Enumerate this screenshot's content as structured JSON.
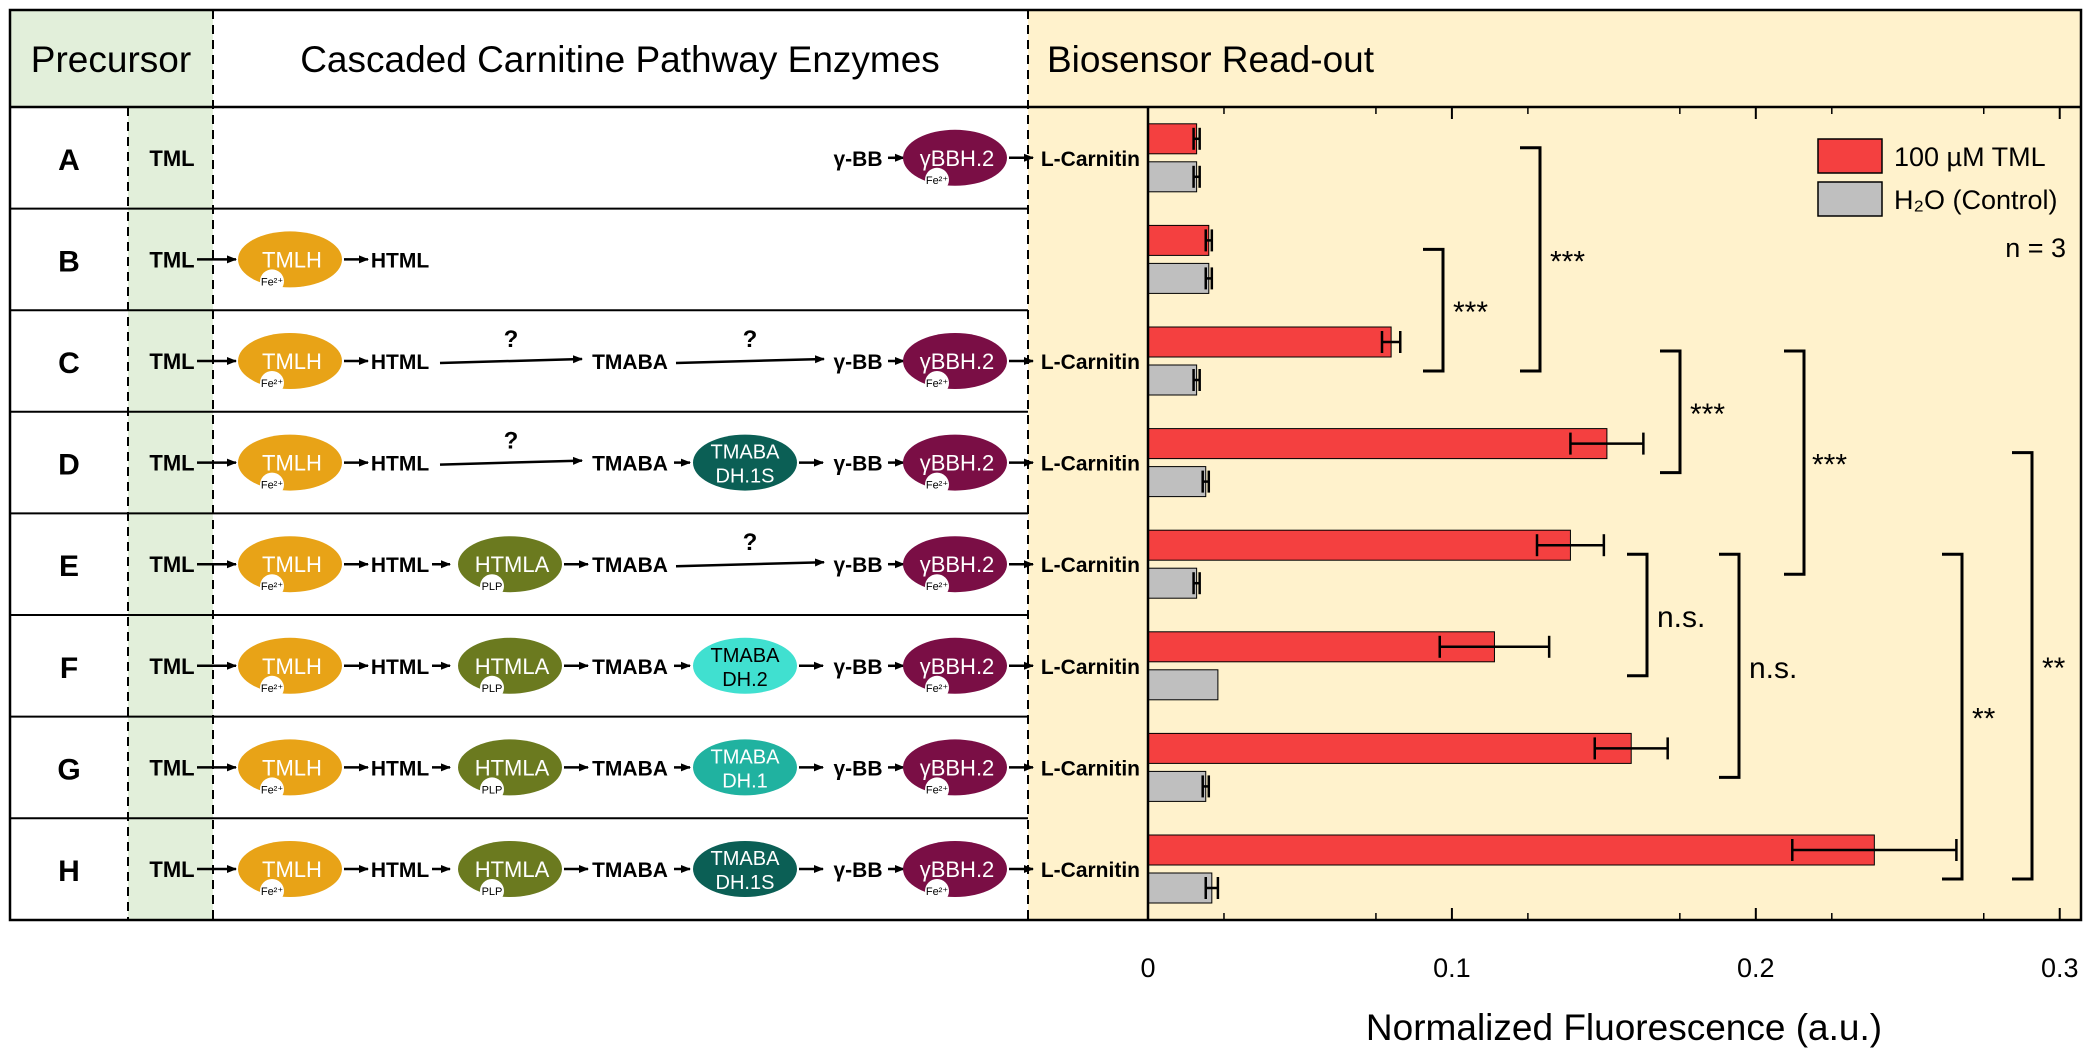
{
  "headers": {
    "precursor": "Precursor",
    "enzymes": "Cascaded Carnitine Pathway Enzymes",
    "readout": "Biosensor Read-out"
  },
  "colors": {
    "precursor_bg": "#e2efda",
    "readout_bg": "#fff2cc",
    "tmlh": "#e8a317",
    "htmla": "#6b7a1f",
    "tmabadh_1s": "#0b5f55",
    "tmabadh_2": "#40e0d0",
    "tmabadh_1": "#20b2a0",
    "ybbh": "#7a0e45",
    "bar_tml": "#f44040",
    "bar_control": "#bfbfbf"
  },
  "rows": [
    {
      "label": "A",
      "precursor": "TML",
      "steps": [
        {
          "type": "text",
          "text": "γ-BB"
        },
        {
          "type": "enzyme",
          "kind": "ybbh",
          "lines": [
            "γBBH.2"
          ],
          "cofactor": "Fe²⁺"
        },
        {
          "type": "text",
          "text": "L-Carnitin"
        }
      ]
    },
    {
      "label": "B",
      "precursor": "TML",
      "steps": [
        {
          "type": "enzyme",
          "kind": "tmlh",
          "lines": [
            "TMLH"
          ],
          "cofactor": "Fe²⁺"
        },
        {
          "type": "text",
          "text": "HTML"
        }
      ]
    },
    {
      "label": "C",
      "precursor": "TML",
      "steps": [
        {
          "type": "enzyme",
          "kind": "tmlh",
          "lines": [
            "TMLH"
          ],
          "cofactor": "Fe²⁺"
        },
        {
          "type": "text",
          "text": "HTML"
        },
        {
          "type": "unknown",
          "text": "?"
        },
        {
          "type": "text",
          "text": "TMABA"
        },
        {
          "type": "unknown",
          "text": "?"
        },
        {
          "type": "text",
          "text": "γ-BB"
        },
        {
          "type": "enzyme",
          "kind": "ybbh",
          "lines": [
            "γBBH.2"
          ],
          "cofactor": "Fe²⁺"
        },
        {
          "type": "text",
          "text": "L-Carnitin"
        }
      ]
    },
    {
      "label": "D",
      "precursor": "TML",
      "steps": [
        {
          "type": "enzyme",
          "kind": "tmlh",
          "lines": [
            "TMLH"
          ],
          "cofactor": "Fe²⁺"
        },
        {
          "type": "text",
          "text": "HTML"
        },
        {
          "type": "unknown",
          "text": "?"
        },
        {
          "type": "text",
          "text": "TMABA"
        },
        {
          "type": "enzyme",
          "kind": "tmabadh_1s",
          "lines": [
            "TMABA",
            "DH.1S"
          ],
          "cofactor": ""
        },
        {
          "type": "text",
          "text": "γ-BB"
        },
        {
          "type": "enzyme",
          "kind": "ybbh",
          "lines": [
            "γBBH.2"
          ],
          "cofactor": "Fe²⁺"
        },
        {
          "type": "text",
          "text": "L-Carnitin"
        }
      ]
    },
    {
      "label": "E",
      "precursor": "TML",
      "steps": [
        {
          "type": "enzyme",
          "kind": "tmlh",
          "lines": [
            "TMLH"
          ],
          "cofactor": "Fe²⁺"
        },
        {
          "type": "text",
          "text": "HTML"
        },
        {
          "type": "enzyme",
          "kind": "htmla",
          "lines": [
            "HTMLA"
          ],
          "cofactor": "PLP"
        },
        {
          "type": "text",
          "text": "TMABA"
        },
        {
          "type": "unknown",
          "text": "?"
        },
        {
          "type": "text",
          "text": "γ-BB"
        },
        {
          "type": "enzyme",
          "kind": "ybbh",
          "lines": [
            "γBBH.2"
          ],
          "cofactor": "Fe²⁺"
        },
        {
          "type": "text",
          "text": "L-Carnitin"
        }
      ]
    },
    {
      "label": "F",
      "precursor": "TML",
      "steps": [
        {
          "type": "enzyme",
          "kind": "tmlh",
          "lines": [
            "TMLH"
          ],
          "cofactor": "Fe²⁺"
        },
        {
          "type": "text",
          "text": "HTML"
        },
        {
          "type": "enzyme",
          "kind": "htmla",
          "lines": [
            "HTMLA"
          ],
          "cofactor": "PLP"
        },
        {
          "type": "text",
          "text": "TMABA"
        },
        {
          "type": "enzyme",
          "kind": "tmabadh_2",
          "lines": [
            "TMABA",
            "DH.2"
          ],
          "cofactor": ""
        },
        {
          "type": "text",
          "text": "γ-BB"
        },
        {
          "type": "enzyme",
          "kind": "ybbh",
          "lines": [
            "γBBH.2"
          ],
          "cofactor": "Fe²⁺"
        },
        {
          "type": "text",
          "text": "L-Carnitin"
        }
      ]
    },
    {
      "label": "G",
      "precursor": "TML",
      "steps": [
        {
          "type": "enzyme",
          "kind": "tmlh",
          "lines": [
            "TMLH"
          ],
          "cofactor": "Fe²⁺"
        },
        {
          "type": "text",
          "text": "HTML"
        },
        {
          "type": "enzyme",
          "kind": "htmla",
          "lines": [
            "HTMLA"
          ],
          "cofactor": "PLP"
        },
        {
          "type": "text",
          "text": "TMABA"
        },
        {
          "type": "enzyme",
          "kind": "tmabadh_1",
          "lines": [
            "TMABA",
            "DH.1"
          ],
          "cofactor": ""
        },
        {
          "type": "text",
          "text": "γ-BB"
        },
        {
          "type": "enzyme",
          "kind": "ybbh",
          "lines": [
            "γBBH.2"
          ],
          "cofactor": "Fe²⁺"
        },
        {
          "type": "text",
          "text": "L-Carnitin"
        }
      ]
    },
    {
      "label": "H",
      "precursor": "TML",
      "steps": [
        {
          "type": "enzyme",
          "kind": "tmlh",
          "lines": [
            "TMLH"
          ],
          "cofactor": "Fe²⁺"
        },
        {
          "type": "text",
          "text": "HTML"
        },
        {
          "type": "enzyme",
          "kind": "htmla",
          "lines": [
            "HTMLA"
          ],
          "cofactor": "PLP"
        },
        {
          "type": "text",
          "text": "TMABA"
        },
        {
          "type": "enzyme",
          "kind": "tmabadh_1s",
          "lines": [
            "TMABA",
            "DH.1S"
          ],
          "cofactor": ""
        },
        {
          "type": "text",
          "text": "γ-BB"
        },
        {
          "type": "enzyme",
          "kind": "ybbh",
          "lines": [
            "γBBH.2"
          ],
          "cofactor": "Fe²⁺"
        },
        {
          "type": "text",
          "text": "L-Carnitin"
        }
      ]
    }
  ],
  "chart_data": {
    "type": "bar",
    "orientation": "horizontal",
    "categories": [
      "A",
      "B",
      "C",
      "D",
      "E",
      "F",
      "G",
      "H"
    ],
    "series": [
      {
        "name": "100 µM TML",
        "color": "#f44040",
        "values": [
          0.016,
          0.02,
          0.08,
          0.151,
          0.139,
          0.114,
          0.159,
          0.239
        ],
        "errors": [
          0.001,
          0.001,
          0.003,
          0.012,
          0.011,
          0.018,
          0.012,
          0.027
        ]
      },
      {
        "name": "H₂O (Control)",
        "color": "#bfbfbf",
        "values": [
          0.016,
          0.02,
          0.016,
          0.019,
          0.016,
          0.023,
          0.019,
          0.021
        ],
        "errors": [
          0.001,
          0.001,
          0.001,
          0.001,
          0.001,
          0.0,
          0.001,
          0.002
        ]
      }
    ],
    "xlim": [
      0,
      0.307
    ],
    "xticks": [
      0,
      0.1,
      0.2,
      0.3
    ],
    "xtick_labels": [
      "0",
      "0.1",
      "0.2",
      "0.3"
    ],
    "xlabel": "Normalized Fluorescence (a.u.)",
    "legend_position": "top-right",
    "annotation": "n = 3",
    "significance": [
      {
        "label": "***",
        "from": "A",
        "to": "C"
      },
      {
        "label": "***",
        "from": "B",
        "to": "C"
      },
      {
        "label": "***",
        "from": "C",
        "to": "D"
      },
      {
        "label": "***",
        "from": "C",
        "to": "E"
      },
      {
        "label": "n.s.",
        "from": "E",
        "to": "F"
      },
      {
        "label": "n.s.",
        "from": "E",
        "to": "G"
      },
      {
        "label": "**",
        "from": "E",
        "to": "H"
      },
      {
        "label": "**",
        "from": "D",
        "to": "H"
      }
    ]
  }
}
